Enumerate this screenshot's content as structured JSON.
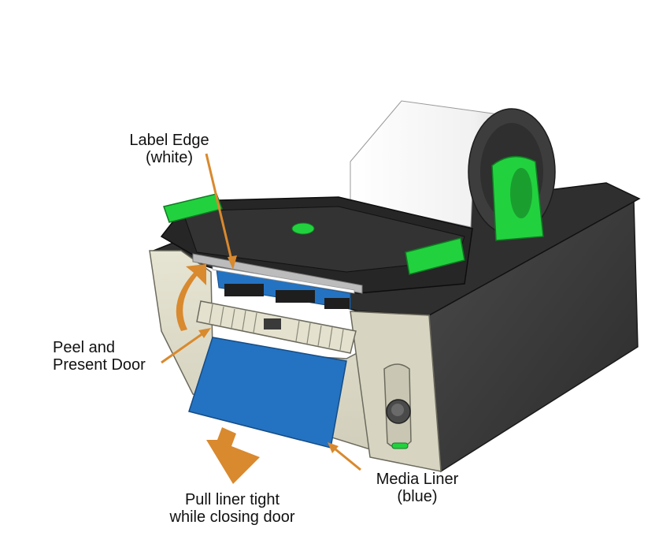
{
  "labels": {
    "label_edge": {
      "line1": "Label Edge",
      "line2": "(white)"
    },
    "peel_door": {
      "line1": "Peel and",
      "line2": "Present Door"
    },
    "media_liner": {
      "line1": "Media Liner",
      "line2": "(blue)"
    },
    "pull_liner": {
      "line1": "Pull liner tight",
      "line2": "while closing door"
    }
  },
  "colors": {
    "arrow": "#D9892E",
    "liner": "#2473C2",
    "green": "#22D13E",
    "body_light": "#DCDAC7",
    "body_dark": "#3A3A3A",
    "roll": "#F4F4F4"
  }
}
